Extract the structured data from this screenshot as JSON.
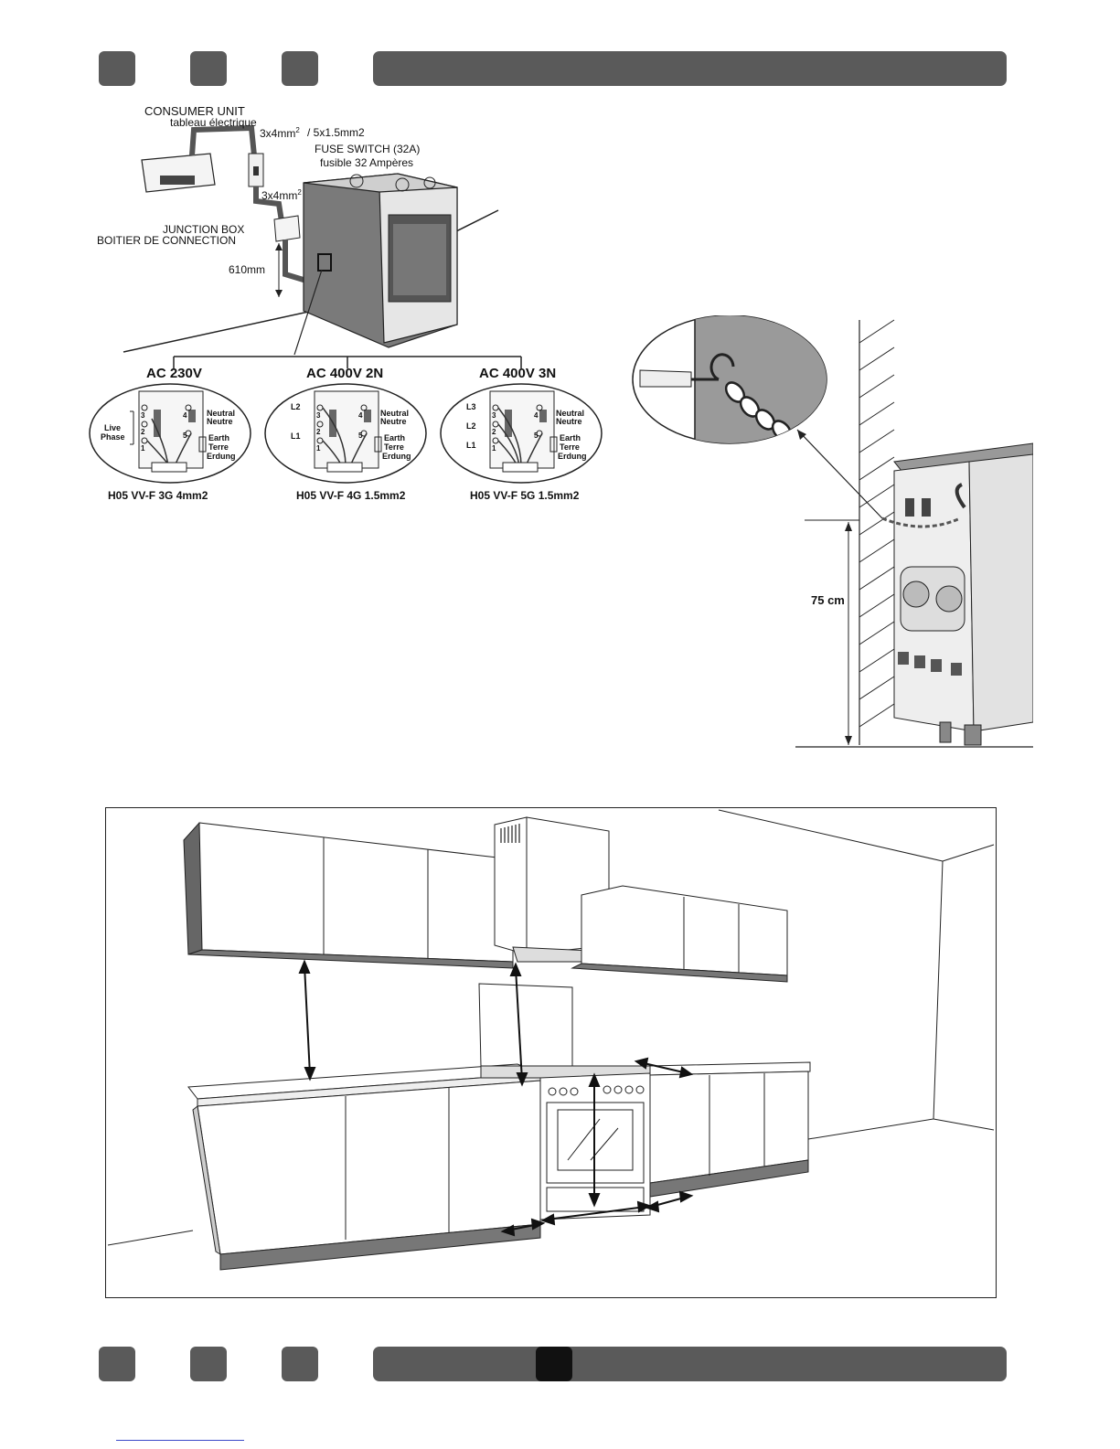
{
  "header": {
    "squares": 3
  },
  "footer": {
    "squares": 3,
    "page_marker": ""
  },
  "wiring": {
    "consumer_unit": "CONSUMER UNIT",
    "consumer_unit_fr": "tableau électrique",
    "cable_main": "3x4mm",
    "cable_main_sup": "2",
    "cable_alt": "/ 5x1.5mm2",
    "fuse_switch": "FUSE SWITCH (32A)",
    "fuse_switch_fr": "fusible 32 Ampères",
    "cable_lower": "3x4mm",
    "cable_lower_sup": "2",
    "junction_box": "JUNCTION BOX",
    "junction_box_fr": "BOITIER DE CONNECTION",
    "height": "610mm"
  },
  "terminals": [
    {
      "title": "AC 230V",
      "cable": "H05 VV-F 3G 4mm2",
      "left_labels": [
        "Live",
        "Phase"
      ],
      "right_labels": [
        "Neutral",
        "Neutre",
        "Earth",
        "Terre",
        "Erdung"
      ]
    },
    {
      "title": "AC 400V 2N",
      "cable": "H05 VV-F 4G 1.5mm2",
      "left_labels": [
        "L2",
        "L1"
      ],
      "right_labels": [
        "Neutral",
        "Neutre",
        "Earth",
        "Terre",
        "Erdung"
      ]
    },
    {
      "title": "AC 400V 3N",
      "cable": "H05 VV-F 5G 1.5mm2",
      "left_labels": [
        "L3",
        "L2",
        "L1"
      ],
      "right_labels": [
        "Neutral",
        "Neutre",
        "Earth",
        "Terre",
        "Erdung"
      ]
    }
  ],
  "terminal_numbers": [
    "3",
    "2",
    "1",
    "4",
    "5"
  ],
  "chain_diagram": {
    "height_label": "75 cm"
  }
}
